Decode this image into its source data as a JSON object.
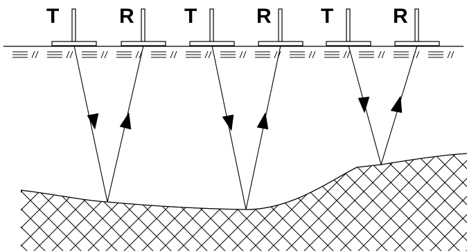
{
  "diagram": {
    "antennas": [
      {
        "label": "T",
        "role": "transmitter"
      },
      {
        "label": "R",
        "role": "receiver"
      },
      {
        "label": "T",
        "role": "transmitter"
      },
      {
        "label": "R",
        "role": "receiver"
      },
      {
        "label": "T",
        "role": "transmitter"
      },
      {
        "label": "R",
        "role": "receiver"
      }
    ],
    "colors": {
      "line": "#000000",
      "background": "#ffffff"
    }
  }
}
